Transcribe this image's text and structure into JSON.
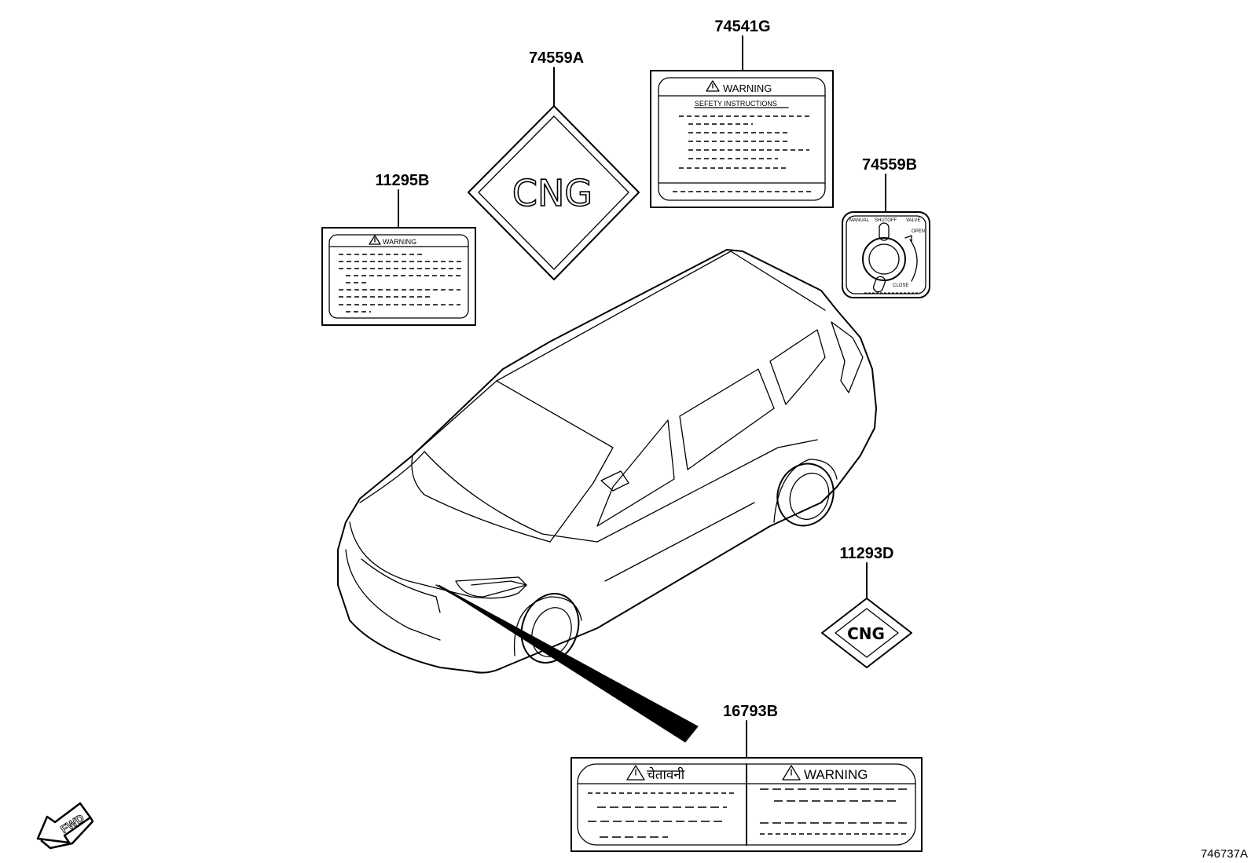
{
  "parts": {
    "p74541G": "74541G",
    "p74559A": "74559A",
    "p74559B": "74559B",
    "p11295B": "11295B",
    "p11293D": "11293D",
    "p16793B": "16793B"
  },
  "labels": {
    "warning": "WARNING",
    "safety_instructions": "SEFETY INSTRUCTIONS",
    "cng": "CNG",
    "hindi_warning": "चेतावनी",
    "valve_manual": "MANUAL",
    "valve_shutoff": "SHUTOFF",
    "valve_valve": "VALVE",
    "valve_open": "OPEN",
    "valve_close": "CLOSE"
  },
  "fwd_label": "FWD",
  "diagram_id": "746737A"
}
